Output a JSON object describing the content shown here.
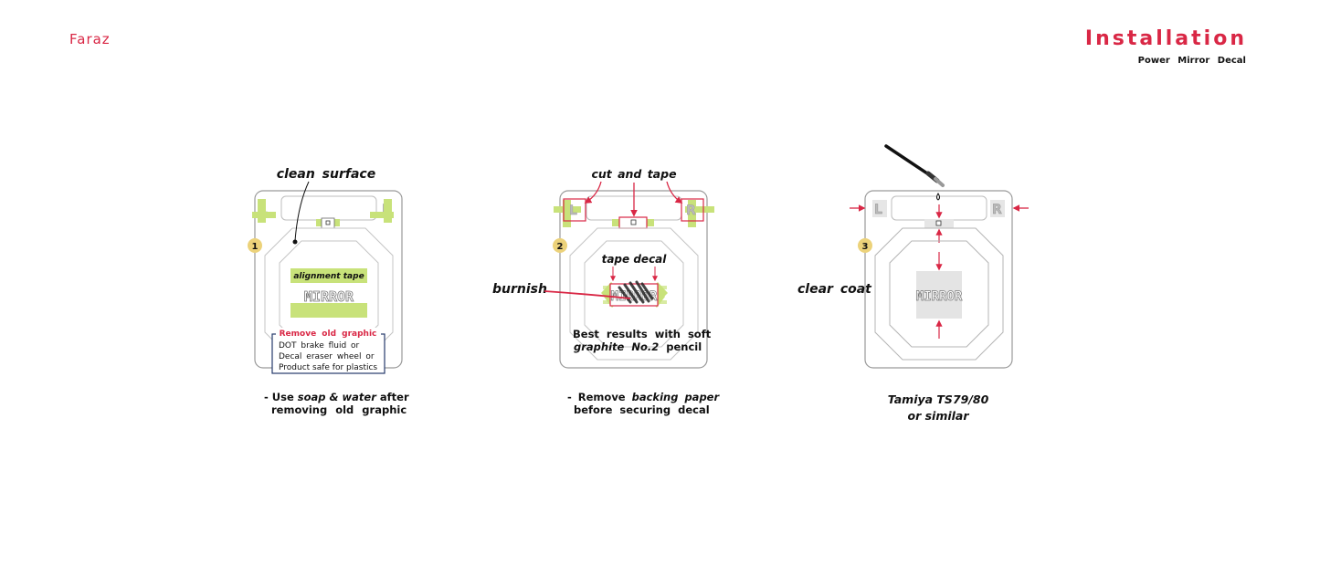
{
  "header": {
    "brand": "Faraz",
    "title": "Installation",
    "subtitle": "Power Mirror Decal"
  },
  "colors": {
    "accent": "#d92745",
    "tape": "#c8e27a",
    "frame": "#9a9a9a",
    "step_badge": "#ecd27a",
    "box_border": "#243a6b"
  },
  "panel_labels": {
    "left_key": "L",
    "right_key": "R",
    "mirror": "MIRROR"
  },
  "steps": [
    {
      "number": "1",
      "heading": "clean surface",
      "tape_label": "alignment tape",
      "box_title": "Remove old graphic",
      "box_lines": [
        "DOT brake fluid or",
        "Decal eraser wheel or",
        "Product safe for plastics"
      ],
      "caption_prefix": "- Use ",
      "caption_italic": "soap & water",
      "caption_suffix": " after",
      "caption_line2": "removing old graphic"
    },
    {
      "number": "2",
      "heading": "cut and tape",
      "inner_label": "tape decal",
      "side_label": "burnish",
      "hint_line1": "Best results with soft",
      "hint_italic": "graphite No.2",
      "hint_suffix": " pencil",
      "caption_prefix": "- Remove ",
      "caption_italic": "backing paper",
      "caption_line2": "before securing decal"
    },
    {
      "number": "3",
      "side_label": "clear coat",
      "caption_line1": "Tamiya TS79/80",
      "caption_line2": "or similar"
    }
  ]
}
